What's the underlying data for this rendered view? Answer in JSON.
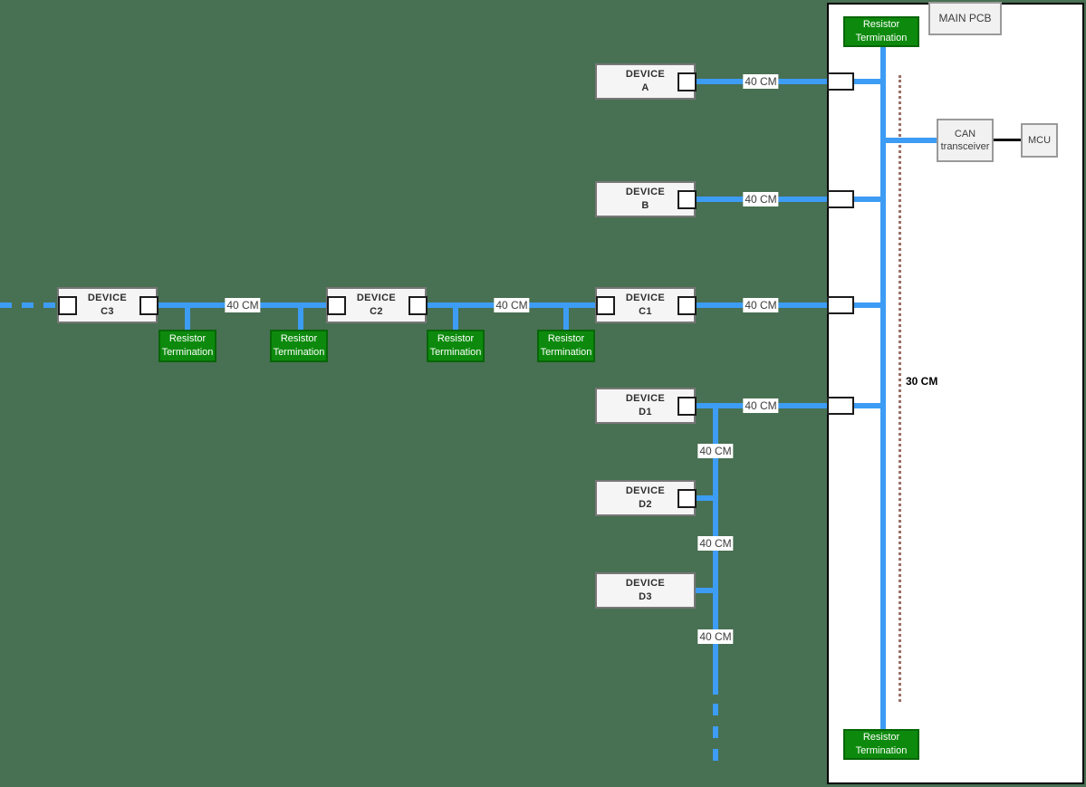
{
  "diagram": {
    "background_color": "#487053",
    "bus_color": "#3d9cf4",
    "termination_fill_color": "#0d8a0d",
    "cable_length_label": "40 CM",
    "main_pcb": {
      "title": "MAIN PCB",
      "can_transceiver": {
        "line1": "CAN",
        "line2": "transceiver"
      },
      "mcu_label": "MCU",
      "bus_length_label": "30 CM"
    },
    "termination": {
      "line1": "Resistor",
      "line2": "Termination"
    },
    "devices": [
      {
        "name": "DEVICE",
        "id": "A"
      },
      {
        "name": "DEVICE",
        "id": "B"
      },
      {
        "name": "DEVICE",
        "id": "C1"
      },
      {
        "name": "DEVICE",
        "id": "C2"
      },
      {
        "name": "DEVICE",
        "id": "C3"
      },
      {
        "name": "DEVICE",
        "id": "D1"
      },
      {
        "name": "DEVICE",
        "id": "D2"
      },
      {
        "name": "DEVICE",
        "id": "D3"
      }
    ]
  }
}
